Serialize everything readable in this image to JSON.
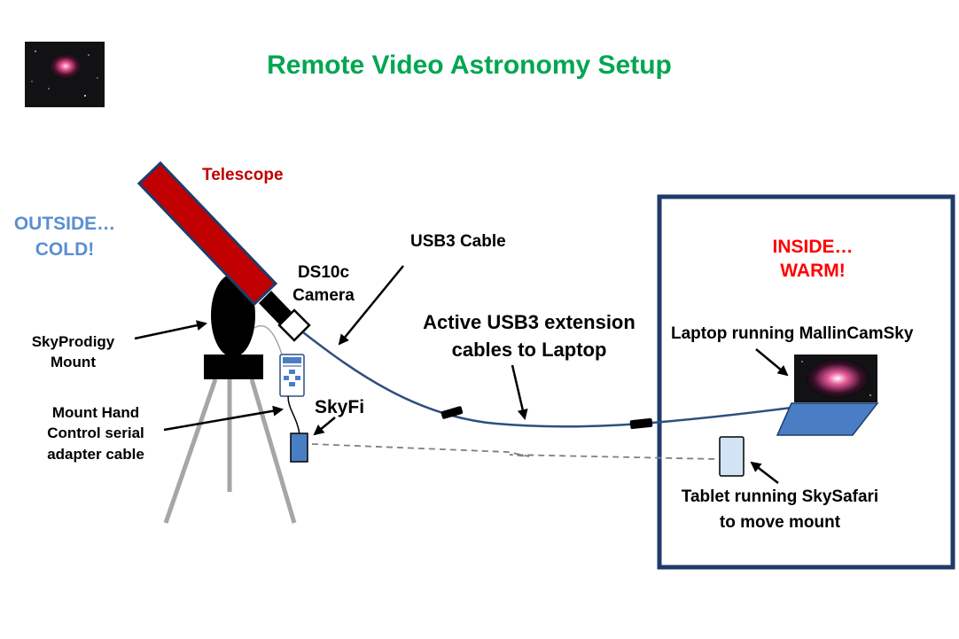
{
  "title": "Remote Video Astronomy Setup",
  "outside_label": {
    "line1": "OUTSIDE…",
    "line2": "COLD!"
  },
  "inside_label": {
    "line1": "INSIDE…",
    "line2": "WARM!"
  },
  "labels": {
    "telescope": "Telescope",
    "camera_line1": "DS10c",
    "camera_line2": "Camera",
    "usb3_cable": "USB3 Cable",
    "extension_line1": "Active USB3 extension",
    "extension_line2": "cables to Laptop",
    "mount_line1": "SkyProdigy",
    "mount_line2": "Mount",
    "hand_control_line1": "Mount Hand",
    "hand_control_line2": "Control serial",
    "hand_control_line3": "adapter cable",
    "skyfi": "SkyFi",
    "laptop": "Laptop running MallinCamSky",
    "tablet_line1": "Tablet running SkySafari",
    "tablet_line2": "to move mount"
  },
  "colors": {
    "title": "#00a651",
    "outside": "#5b8fd1",
    "inside": "#ff0000",
    "telescope": "#c00000",
    "telescope_tube": "#c00000",
    "box_border": "#1f3b6b",
    "cable": "#2e4f7f",
    "device_blue": "#4a7ec4",
    "tablet_fill": "#d3e3f6",
    "tripod": "#a6a6a6"
  },
  "icons": [
    "nebula-thumbnail-image",
    "telescope-tube",
    "camera-diamond-icon",
    "mount-body",
    "hand-controller-icon",
    "skyfi-device-icon",
    "laptop-icon",
    "tablet-icon",
    "wireless-link"
  ]
}
